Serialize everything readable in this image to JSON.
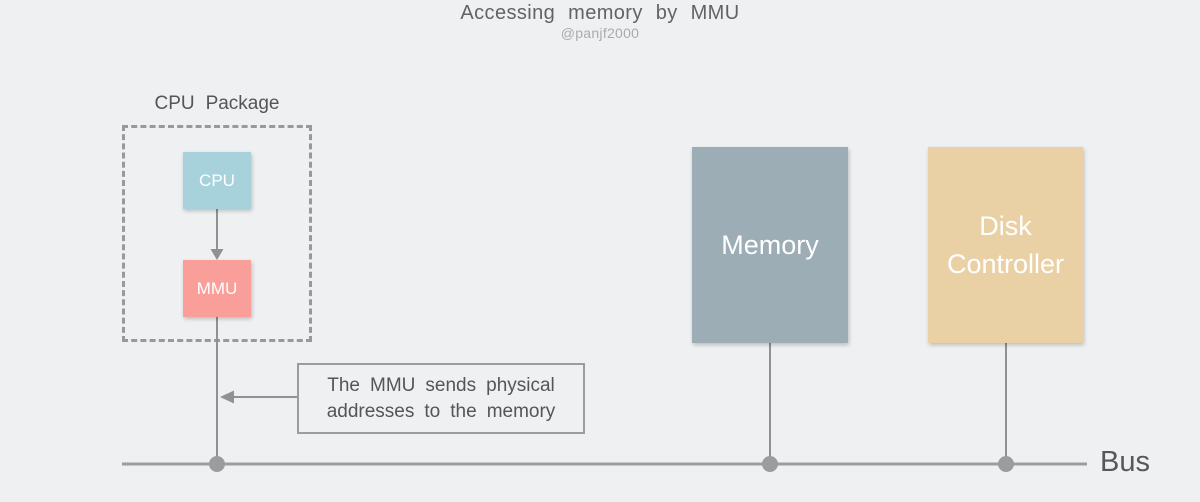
{
  "header": {
    "title": "Accessing memory by MMU",
    "subtitle": "@panjf2000"
  },
  "diagram": {
    "cpu_package": {
      "label": "CPU Package"
    },
    "nodes": {
      "cpu": {
        "label": "CPU"
      },
      "mmu": {
        "label": "MMU"
      },
      "memory": {
        "label": "Memory"
      },
      "disk_controller": {
        "label": "Disk Controller"
      }
    },
    "callout": {
      "lines": [
        "The MMU sends physical",
        "addresses to the memory"
      ]
    },
    "bus": {
      "label": "Bus"
    }
  },
  "colors": {
    "background": "#eef0f2",
    "cpu_fill": "#a7d2dc",
    "mmu_fill": "#f99e99",
    "memory_fill": "#9cadb5",
    "disk_controller_fill": "#e9d0a5",
    "node_text": "#ffffff",
    "connector_line": "#8f9193",
    "bus_line": "#9b9d9f",
    "dashed_border": "#98999b",
    "text_dark": "#545556",
    "title_text": "#636363",
    "subtitle_text": "#a9abad"
  }
}
